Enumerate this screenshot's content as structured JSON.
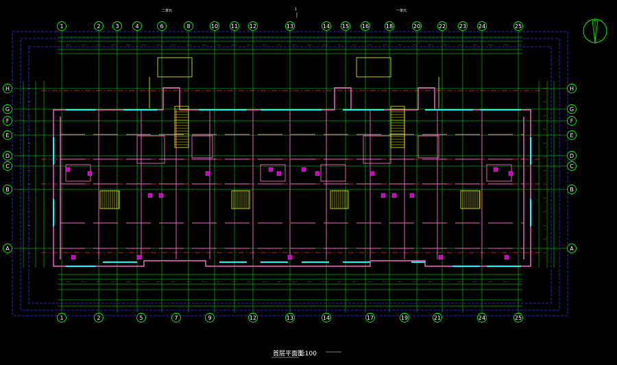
{
  "drawing": {
    "title": "首层平面图",
    "scale": "1:100",
    "top_center_mark": "1",
    "unit_labels": [
      "二单元",
      "一单元"
    ],
    "column_axes_top": [
      "1",
      "2",
      "3",
      "4",
      "6",
      "8",
      "10",
      "11",
      "12",
      "13",
      "14",
      "15",
      "16",
      "18",
      "20",
      "22",
      "23",
      "24",
      "25"
    ],
    "column_axes_bottom": [
      "1",
      "2",
      "5",
      "7",
      "9",
      "12",
      "13",
      "14",
      "17",
      "19",
      "21",
      "24",
      "25"
    ],
    "row_axes": [
      "H",
      "G",
      "F",
      "E",
      "D",
      "C",
      "B",
      "A"
    ],
    "colors": {
      "background": "#000000",
      "grid": "#00ff00",
      "walls": "#ff66cc",
      "axis_red": "#ff3333",
      "windows": "#00ffff",
      "stairs": "#ffff00",
      "outline": "#3333ff"
    }
  }
}
